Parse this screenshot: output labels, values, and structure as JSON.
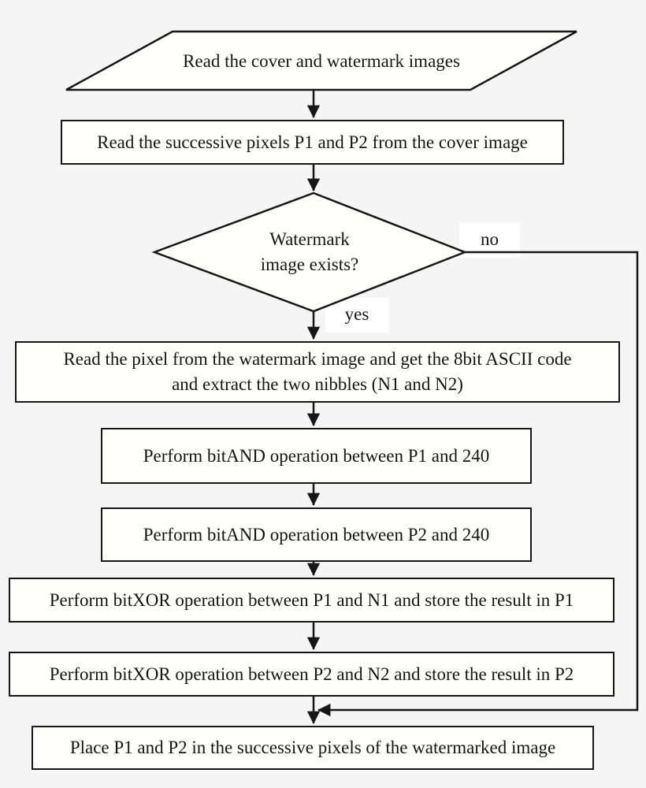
{
  "flowchart": {
    "nodes": {
      "start": {
        "shape": "parallelogram",
        "text": "Read the cover and watermark images"
      },
      "read_pixels": {
        "shape": "rect",
        "text": "Read the successive pixels P1 and P2 from the cover image"
      },
      "decision": {
        "shape": "diamond",
        "line1": "Watermark",
        "line2": "image exists?"
      },
      "read_watermark": {
        "shape": "rect",
        "line1": "Read the pixel from the watermark image and get the 8bit ASCII code",
        "line2": "and extract the two nibbles (N1 and N2)"
      },
      "bitand_p1": {
        "shape": "rect",
        "text": "Perform bitAND operation between P1 and 240"
      },
      "bitand_p2": {
        "shape": "rect",
        "text": "Perform bitAND operation between P2 and 240"
      },
      "bitxor_p1": {
        "shape": "rect",
        "text": "Perform bitXOR operation between P1 and N1 and store the result in P1"
      },
      "bitxor_p2": {
        "shape": "rect",
        "text": "Perform bitXOR operation between P2 and N2 and store the result in P2"
      },
      "place_pixels": {
        "shape": "rect",
        "text": "Place P1 and P2 in the successive pixels of the watermarked image"
      }
    },
    "edge_labels": {
      "no": "no",
      "yes": "yes"
    },
    "colors": {
      "background": "#f5f5f6",
      "node_fill": "#fffffe",
      "stroke": "#161616",
      "edge_label_background": "#ffffff"
    }
  }
}
